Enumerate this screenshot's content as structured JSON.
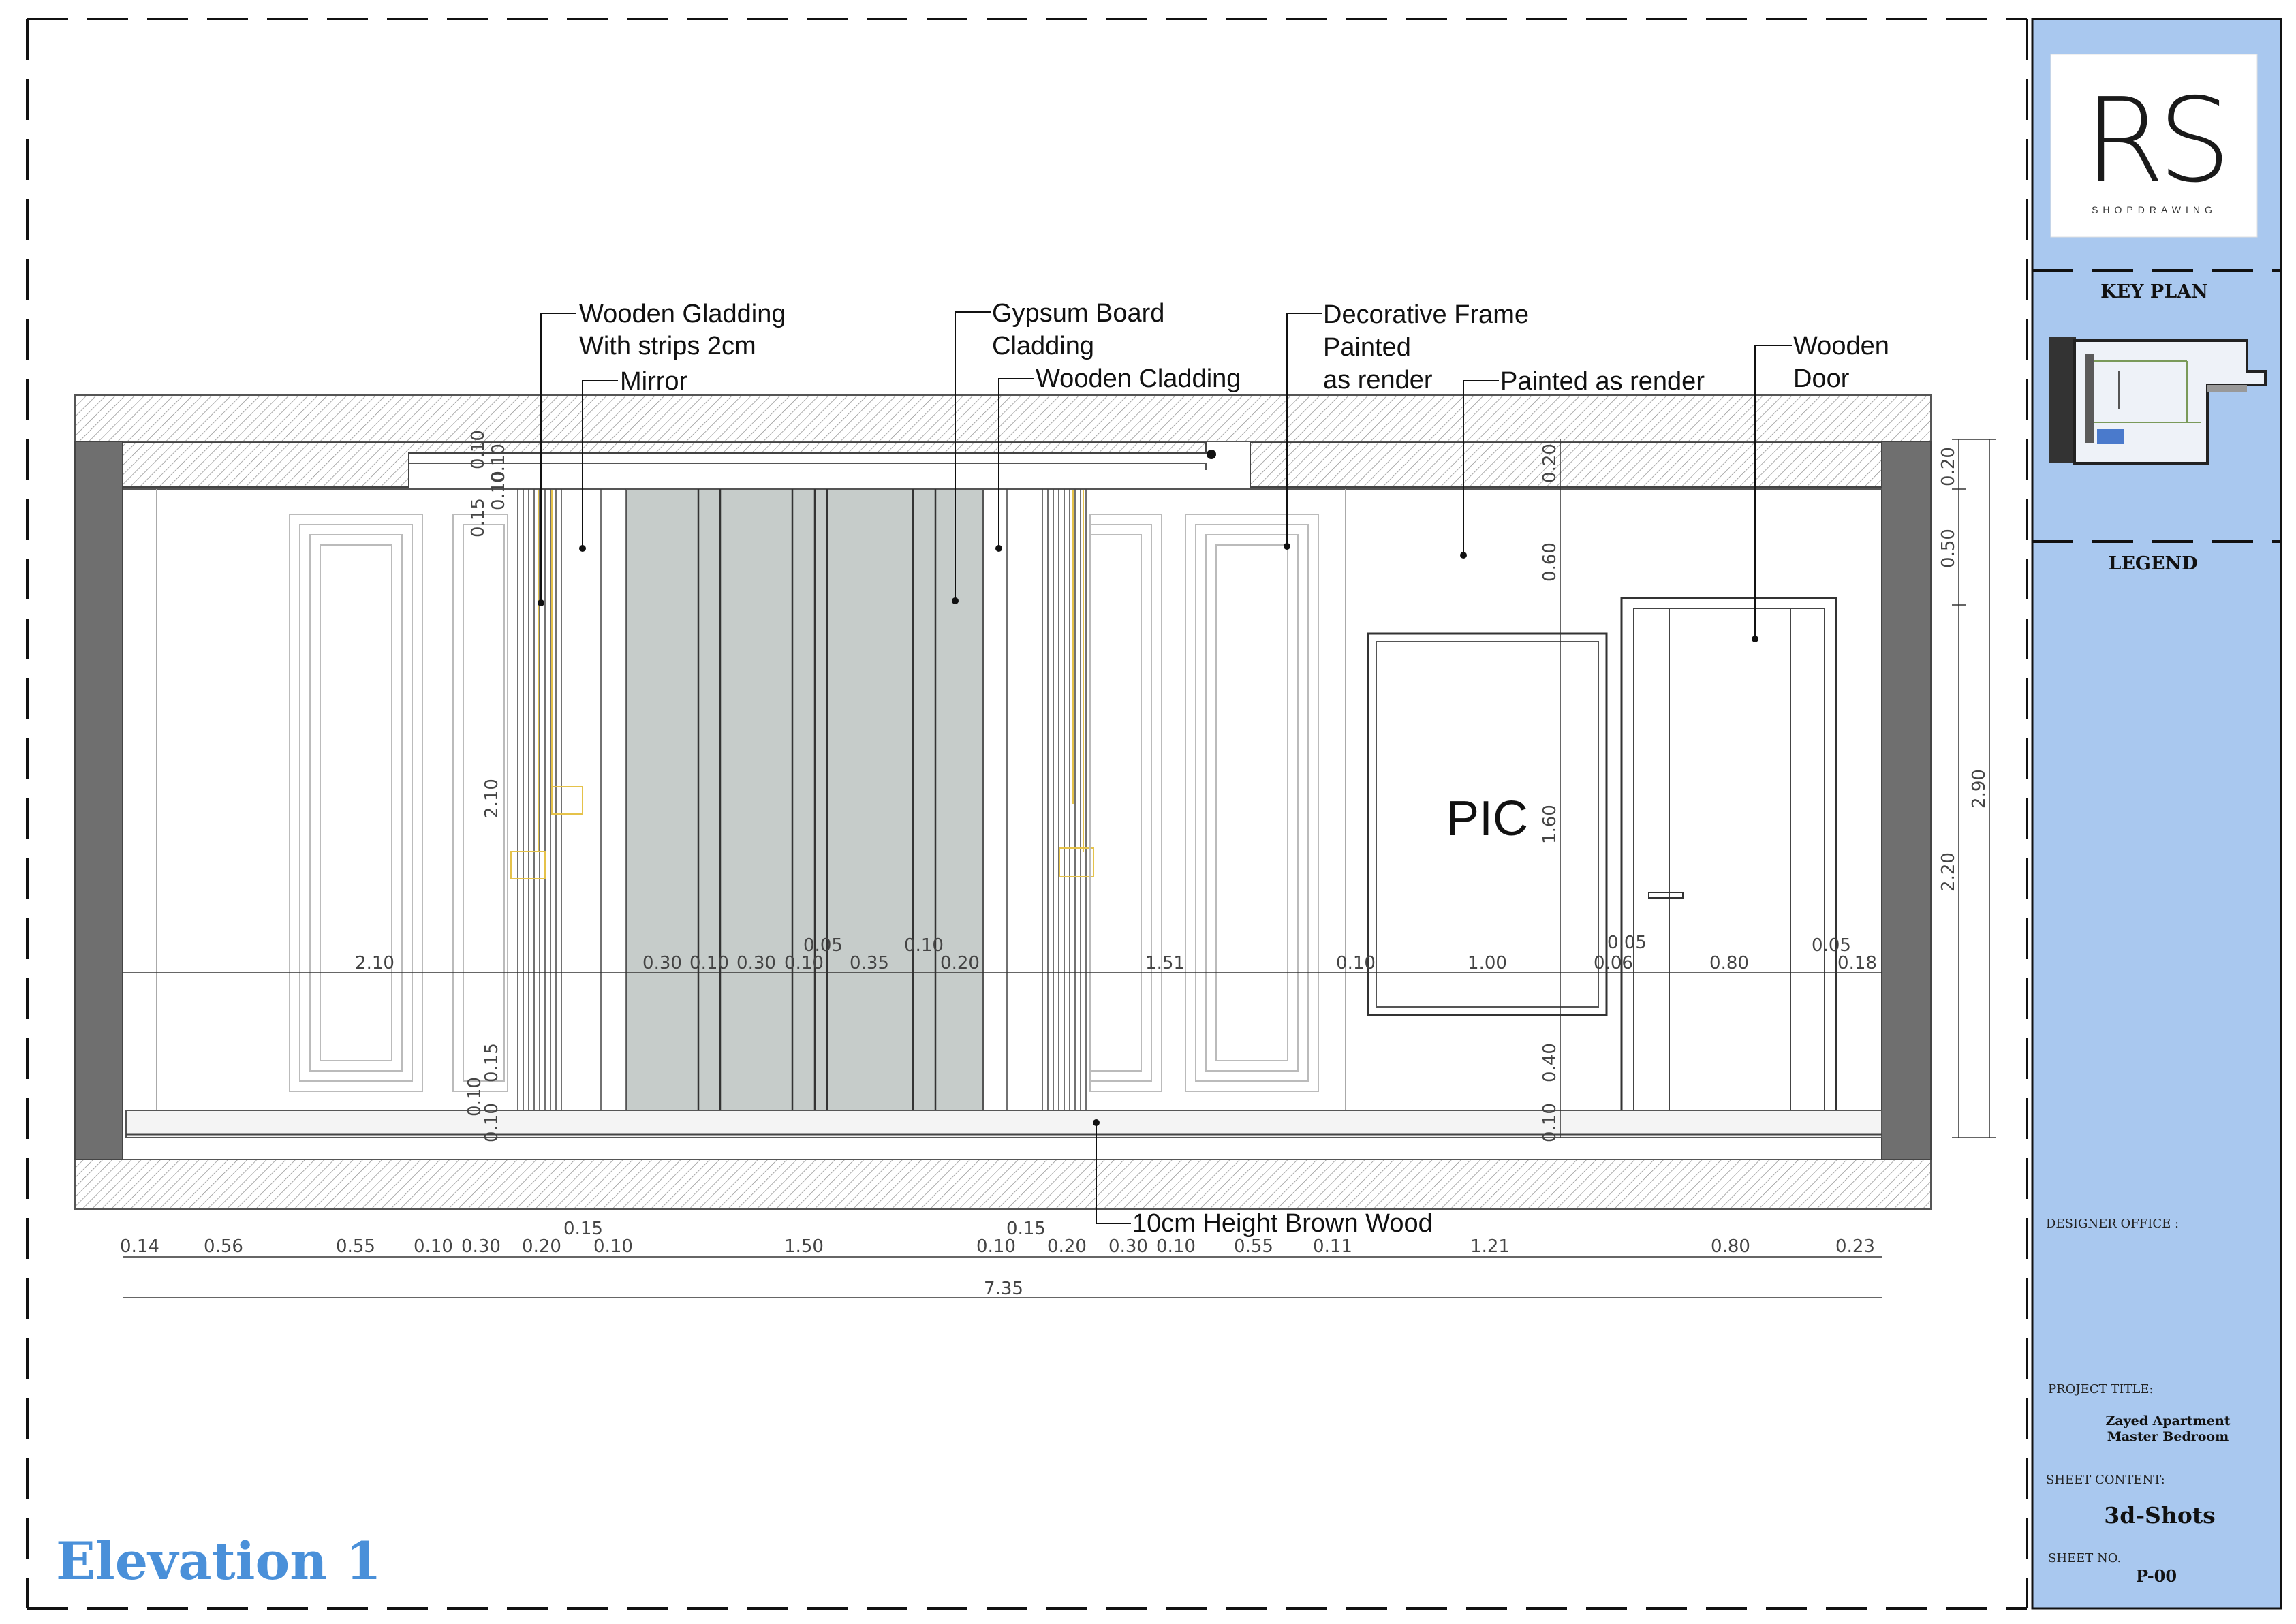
{
  "colors": {
    "title_block": "#a9c8ef",
    "elevation_title": "#4a90d9",
    "mirror": "#c6ccca",
    "hatch": "#9a9a9a",
    "wall_side": "#6f6f6f",
    "yellow_detail": "#e5c24a"
  },
  "title_block": {
    "logo_letters": "RS",
    "logo_subtitle": "SHOPDRAWING",
    "key_plan_label": "KEY PLAN",
    "legend_label": "LEGEND",
    "designer_office_label": "DESIGNER OFFICE :",
    "project_title_label": "PROJECT TITLE:",
    "project_title_line1": "Zayed Apartment",
    "project_title_line2": "Master Bedroom",
    "sheet_content_label": "SHEET CONTENT:",
    "sheet_content_value": "3d-Shots",
    "sheet_no_label": "SHEET NO.",
    "sheet_no_value": "P-00"
  },
  "drawing": {
    "title": "Elevation 1",
    "pic_label": "PIC",
    "callouts": {
      "wooden_gladding_l1": "Wooden Gladding",
      "wooden_gladding_l2": "With strips 2cm",
      "mirror": "Mirror",
      "gypsum_l1": "Gypsum Board",
      "gypsum_l2": "Cladding",
      "wooden_cladding": "Wooden Cladding",
      "decorative_l1": "Decorative Frame",
      "decorative_l2": "Painted",
      "decorative_l3": "as render",
      "painted_render": "Painted as render",
      "door_l1": "Wooden",
      "door_l2": "Door",
      "brown_wood": "10cm Height Brown Wood"
    },
    "dims_mid": [
      "2.10",
      "0.30",
      "0.10",
      "0.30",
      "0.10",
      "0.05",
      "0.35",
      "0.10",
      "0.20",
      "1.51",
      "0.10",
      "1.00",
      "0.05",
      "0.06",
      "0.80",
      "0.05",
      "0.18"
    ],
    "dims_bottom": [
      "0.14",
      "0.56",
      "0.55",
      "0.10",
      "0.30",
      "0.20",
      "0.15",
      "0.10",
      "1.50",
      "0.15",
      "0.10",
      "0.20",
      "0.30",
      "0.10",
      "0.55",
      "0.11",
      "1.21",
      "0.80",
      "0.23"
    ],
    "dim_total": "7.35",
    "dims_right": [
      "0.20",
      "0.50",
      "2.20",
      "2.90"
    ],
    "dims_pic": [
      "0.20",
      "0.60",
      "1.60",
      "0.40",
      "0.10"
    ],
    "dims_left": [
      "0.10",
      "0.15",
      "0.10",
      "0.10",
      "2.10",
      "0.15",
      "0.10",
      "0.10"
    ]
  }
}
